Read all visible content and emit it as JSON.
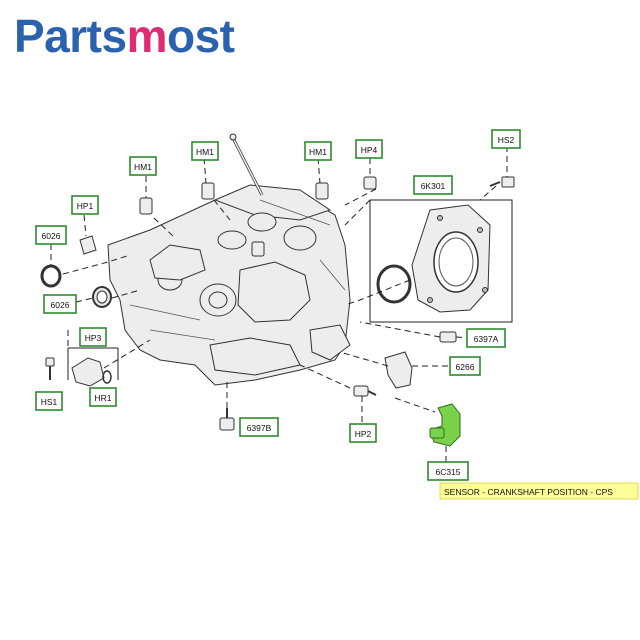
{
  "brand": {
    "part1": "Parts",
    "part2": "m",
    "part3": "ost"
  },
  "callouts": {
    "hm1_a": "HM1",
    "hm1_b": "HM1",
    "hm1_c": "HM1",
    "hp4": "HP4",
    "hs2": "HS2",
    "hp1": "HP1",
    "c6026_top": "6026",
    "c6026_bottom": "6026",
    "c6k301": "6K301",
    "hp3": "HP3",
    "hs1": "HS1",
    "hr1": "HR1",
    "c6397a": "6397A",
    "c6266": "6266",
    "hp2": "HP2",
    "c6397b": "6397B",
    "c6c315": "6C315"
  },
  "highlight": {
    "text": "SENSOR - CRANKSHAFT POSITION - CPS"
  },
  "colors": {
    "callout_border": "#2e8b2e",
    "highlight_bg": "#ffff99",
    "sensor": "#7ad14a",
    "brand_blue": "#2a62b0",
    "brand_pink": "#e02a74"
  }
}
